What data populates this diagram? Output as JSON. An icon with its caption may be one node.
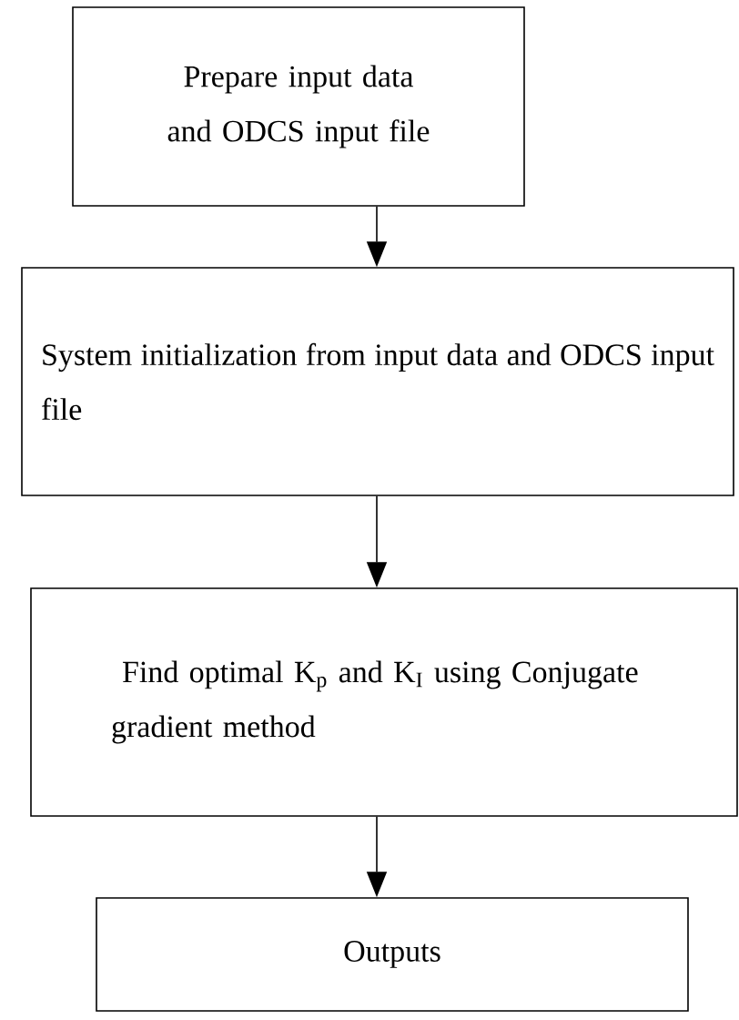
{
  "diagram": {
    "nodes": [
      {
        "text": [
          "Prepare input data and ODCS input file"
        ]
      },
      {
        "text": [
          "System initialization from input data and ODCS input file"
        ]
      },
      {
        "text": [
          "Find optimal K$_{p}$ and K$_{I}$ using Conjugate gradient method"
        ]
      },
      {
        "text": [
          "Outputs"
        ]
      }
    ],
    "edges": [
      {
        "from": 0,
        "to": 1,
        "arrow": "to"
      },
      {
        "from": 1,
        "to": 2,
        "arrow": "to"
      },
      {
        "from": 2,
        "to": 3,
        "arrow": "to"
      }
    ]
  }
}
